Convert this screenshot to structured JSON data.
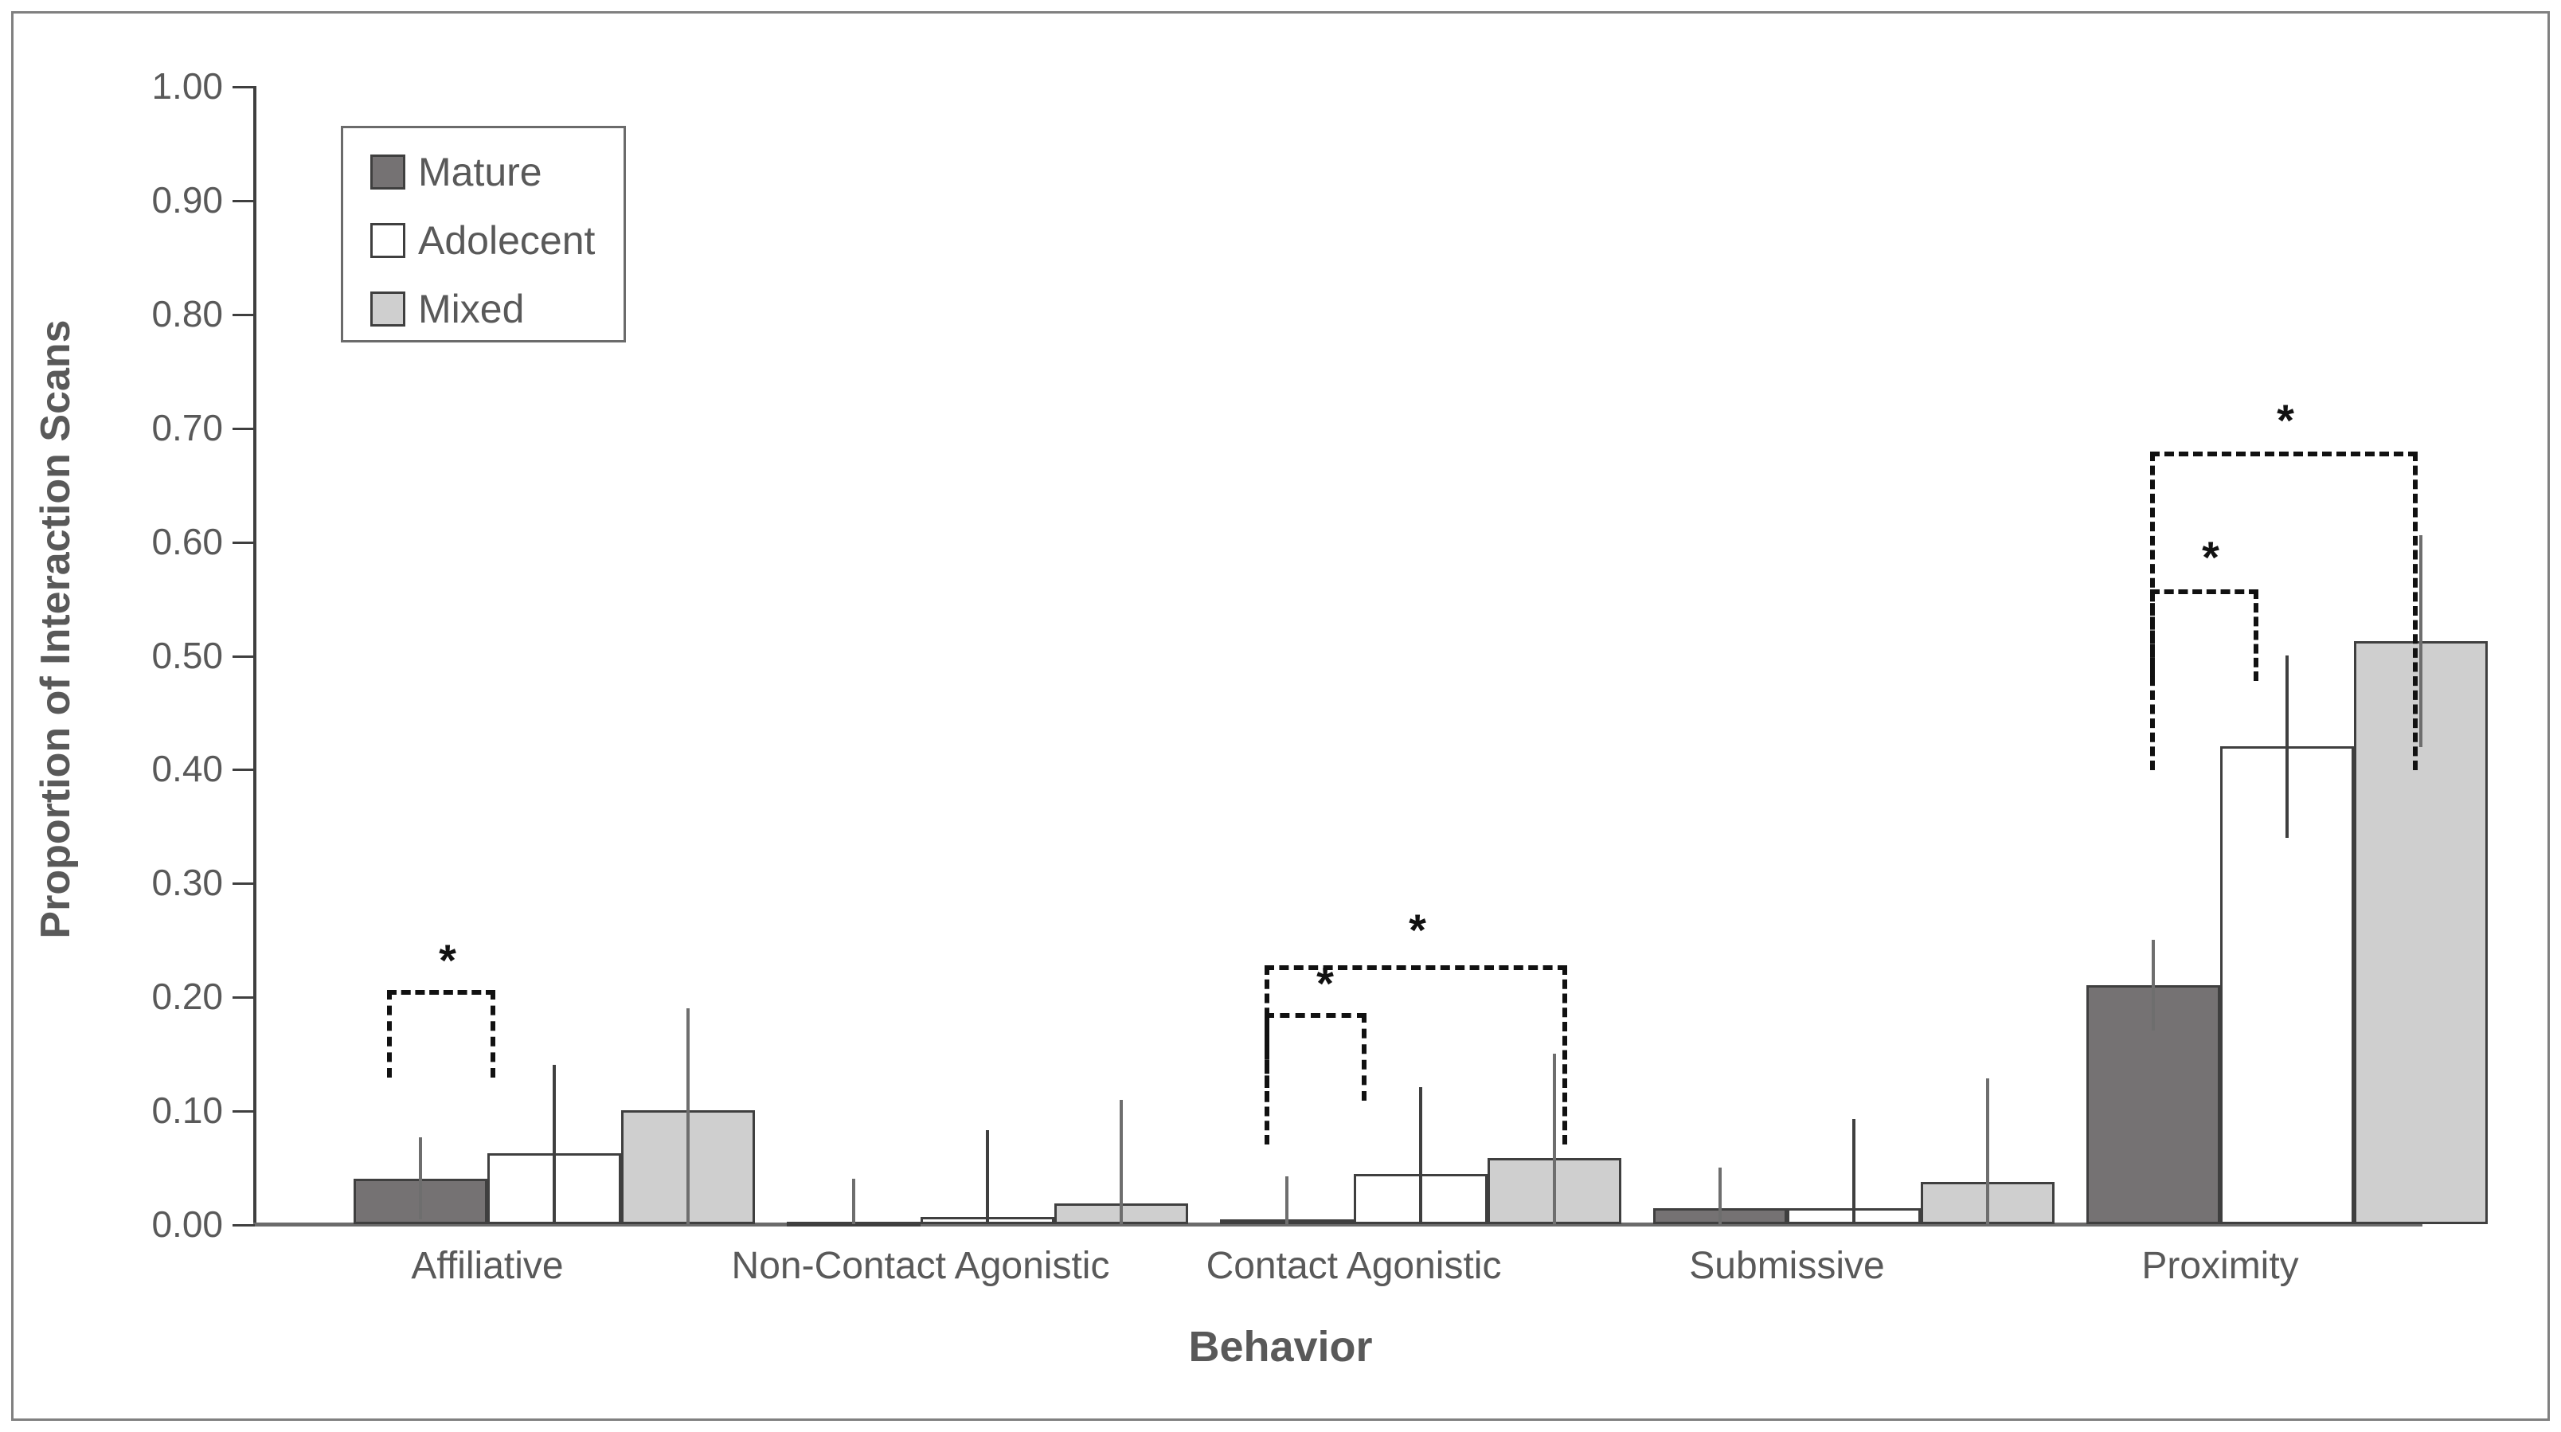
{
  "chart_data": {
    "type": "bar",
    "title": "",
    "xlabel": "Behavior",
    "ylabel": "Proportion of Interaction Scans",
    "ylim": [
      0.0,
      1.0
    ],
    "ytick_labels": [
      "1.00",
      "0.90",
      "0.80",
      "0.70",
      "0.60",
      "0.50",
      "0.40",
      "0.30",
      "0.20",
      "0.10",
      "0.00"
    ],
    "ytick_values": [
      1.0,
      0.9,
      0.8,
      0.7,
      0.6,
      0.5,
      0.4,
      0.3,
      0.2,
      0.1,
      0.0
    ],
    "grid": false,
    "legend_position": "top-left",
    "categories": [
      "Affiliative",
      "Non-Contact Agonistic",
      "Contact Agonistic",
      "Submissive",
      "Proximity"
    ],
    "series": [
      {
        "name": "Mature",
        "color": "#757273",
        "values": [
          0.04,
          0.0,
          0.004,
          0.014,
          0.21
        ],
        "err_upper": [
          0.036,
          0.006,
          0.037,
          0.035,
          0.04
        ],
        "err_lower": [
          0.0,
          0.0,
          0.0,
          0.0,
          0.04
        ]
      },
      {
        "name": "Adolecent",
        "color": "#ffffff",
        "values": [
          0.062,
          0.006,
          0.044,
          0.014,
          0.42
        ],
        "err_upper": [
          0.078,
          0.076,
          0.076,
          0.078,
          0.08
        ],
        "err_lower": [
          0.0,
          0.0,
          0.0,
          0.0,
          0.08
        ]
      },
      {
        "name": "Mixed",
        "color": "#cfcfcf",
        "values": [
          0.1,
          0.018,
          0.058,
          0.037,
          0.512
        ],
        "err_upper": [
          0.09,
          0.09,
          0.092,
          0.091,
          0.093
        ],
        "err_lower": [
          0.09,
          0.018,
          0.058,
          0.037,
          0.093
        ]
      }
    ],
    "annotations": [
      {
        "label": "*",
        "group": "Affiliative",
        "from": "Mature",
        "to": "Adolecent"
      },
      {
        "label": "*",
        "group": "Contact Agonistic",
        "from": "Mature",
        "to": "Adolecent"
      },
      {
        "label": "*",
        "group": "Contact Agonistic",
        "from": "Mature",
        "to": "Mixed"
      },
      {
        "label": "*",
        "group": "Proximity",
        "from": "Mature",
        "to": "Adolecent"
      },
      {
        "label": "*",
        "group": "Proximity",
        "from": "Mature",
        "to": "Mixed"
      }
    ]
  },
  "axis": {
    "y_title": "Proportion of Interaction Scans",
    "x_title": "Behavior",
    "ticks": [
      {
        "label": "1.00"
      },
      {
        "label": "0.90"
      },
      {
        "label": "0.80"
      },
      {
        "label": "0.70"
      },
      {
        "label": "0.60"
      },
      {
        "label": "0.50"
      },
      {
        "label": "0.40"
      },
      {
        "label": "0.30"
      },
      {
        "label": "0.20"
      },
      {
        "label": "0.10"
      },
      {
        "label": "0.00"
      }
    ],
    "categories": [
      {
        "label": "Affiliative"
      },
      {
        "label": "Non-Contact Agonistic"
      },
      {
        "label": "Contact Agonistic"
      },
      {
        "label": "Submissive"
      },
      {
        "label": "Proximity"
      }
    ]
  },
  "legend": {
    "items": [
      {
        "label": "Mature",
        "color": "#757273"
      },
      {
        "label": "Adolecent",
        "color": "#ffffff"
      },
      {
        "label": "Mixed",
        "color": "#cfcfcf"
      }
    ]
  },
  "significance": {
    "stars": [
      {
        "label": "*"
      },
      {
        "label": "*"
      },
      {
        "label": "*"
      },
      {
        "label": "*"
      },
      {
        "label": "*"
      }
    ]
  }
}
